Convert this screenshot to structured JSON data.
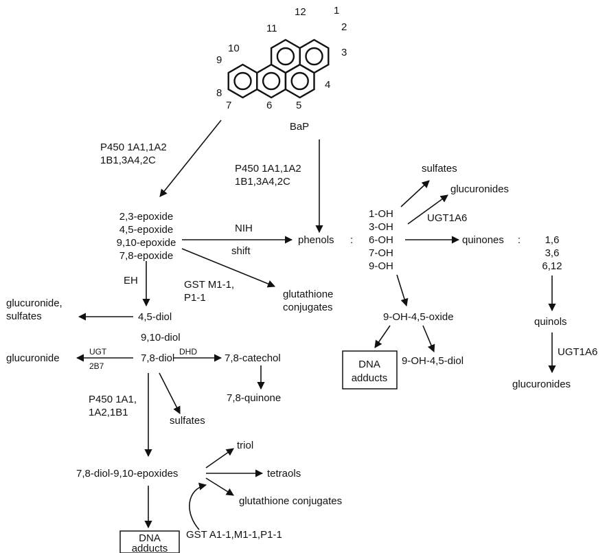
{
  "bap": {
    "name": "BaP",
    "positions": [
      "1",
      "2",
      "3",
      "4",
      "5",
      "6",
      "7",
      "8",
      "9",
      "10",
      "11",
      "12"
    ]
  },
  "enzymes": {
    "p450_a_line1": "P450 1A1,1A2",
    "p450_a_line2": "1B1,3A4,2C",
    "p450_b_line1": "P450 1A1,1A2",
    "p450_b_line2": "1B1,3A4,2C",
    "nih": "NIH",
    "shift": "shift",
    "eh": "EH",
    "gst_m1_line1": "GST M1-1,",
    "gst_m1_line2": "P1-1",
    "ugt1a6_phenol": "UGT1A6",
    "ugt_top": "UGT",
    "ugt_bottom": "2B7",
    "dhd": "DHD",
    "p450_c_line1": "P450 1A1,",
    "p450_c_line2": "1A2,1B1",
    "ugt1a6_quinol": "UGT1A6",
    "gst_a1": "GST A1-1,M1-1,P1-1"
  },
  "epoxides": [
    "2,3-epoxide",
    "4,5-epoxide",
    "9,10-epoxide",
    "7,8-epoxide"
  ],
  "phenols": {
    "label": "phenols",
    "colon": ":",
    "items": [
      "1-OH",
      "3-OH",
      "6-OH",
      "7-OH",
      "9-OH"
    ]
  },
  "quinones": {
    "label": "quinones",
    "colon": ":",
    "items": [
      "1,6",
      "3,6",
      "6,12"
    ]
  },
  "metabolites": {
    "sulfates_phenol": "sulfates",
    "glucuronides_phenol": "glucuronides",
    "glutathione_conj_line1": "glutathione",
    "glutathione_conj_line2": "conjugates",
    "glucuronide_sulfates_line1": "glucuronide,",
    "glucuronide_sulfates_line2": "sulfates",
    "diol_45": "4,5-diol",
    "diol_910": "9,10-diol",
    "diol_78": "7,8-diol",
    "glucuronide": "glucuronide",
    "catechol_78": "7,8-catechol",
    "quinone_78": "7,8-quinone",
    "sulfates_diol": "sulfates",
    "diol_epoxides": "7,8-diol-9,10-epoxides",
    "triol": "triol",
    "tetraols": "tetraols",
    "glutathione_conjugates": "glutathione conjugates",
    "oh_oxide": "9-OH-4,5-oxide",
    "oh_diol": "9-OH-4,5-diol",
    "quinols": "quinols",
    "glucuronides_quinol": "glucuronides"
  },
  "adducts": {
    "box1_line1": "DNA",
    "box1_line2": "adducts",
    "box2_line1": "DNA",
    "box2_line2": "adducts"
  }
}
